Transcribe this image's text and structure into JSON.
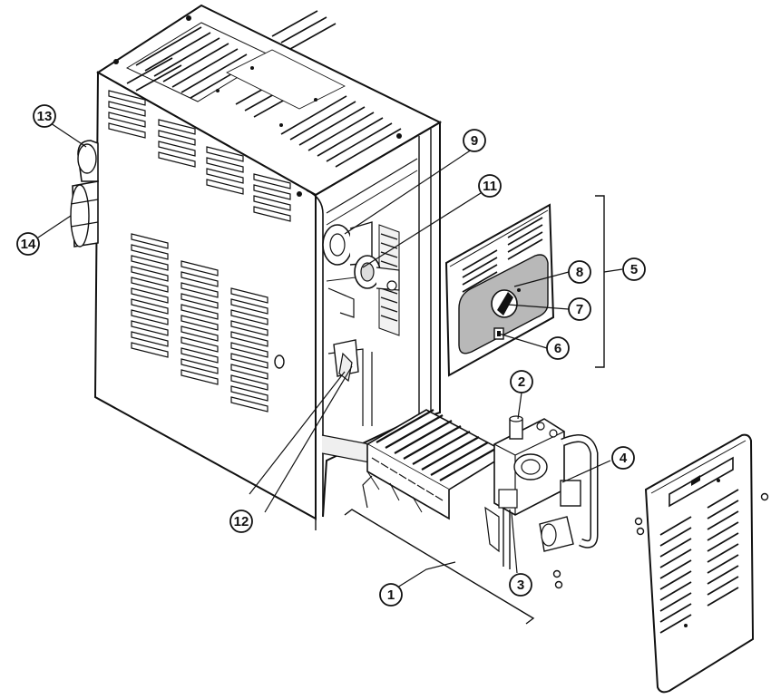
{
  "diagram": {
    "callouts": [
      {
        "id": "c1",
        "label": "1"
      },
      {
        "id": "c2",
        "label": "2"
      },
      {
        "id": "c3",
        "label": "3"
      },
      {
        "id": "c4",
        "label": "4"
      },
      {
        "id": "c5",
        "label": "5"
      },
      {
        "id": "c6",
        "label": "6"
      },
      {
        "id": "c7",
        "label": "7"
      },
      {
        "id": "c8",
        "label": "8"
      },
      {
        "id": "c9",
        "label": "9"
      },
      {
        "id": "c11",
        "label": "11"
      },
      {
        "id": "c12",
        "label": "12"
      },
      {
        "id": "c13",
        "label": "13"
      },
      {
        "id": "c14",
        "label": "14"
      }
    ]
  },
  "colors": {
    "line": "#111111",
    "panel_fill": "#ffffff",
    "shadow": "#d9d9d9",
    "control_panel": "#b8b8b8"
  }
}
